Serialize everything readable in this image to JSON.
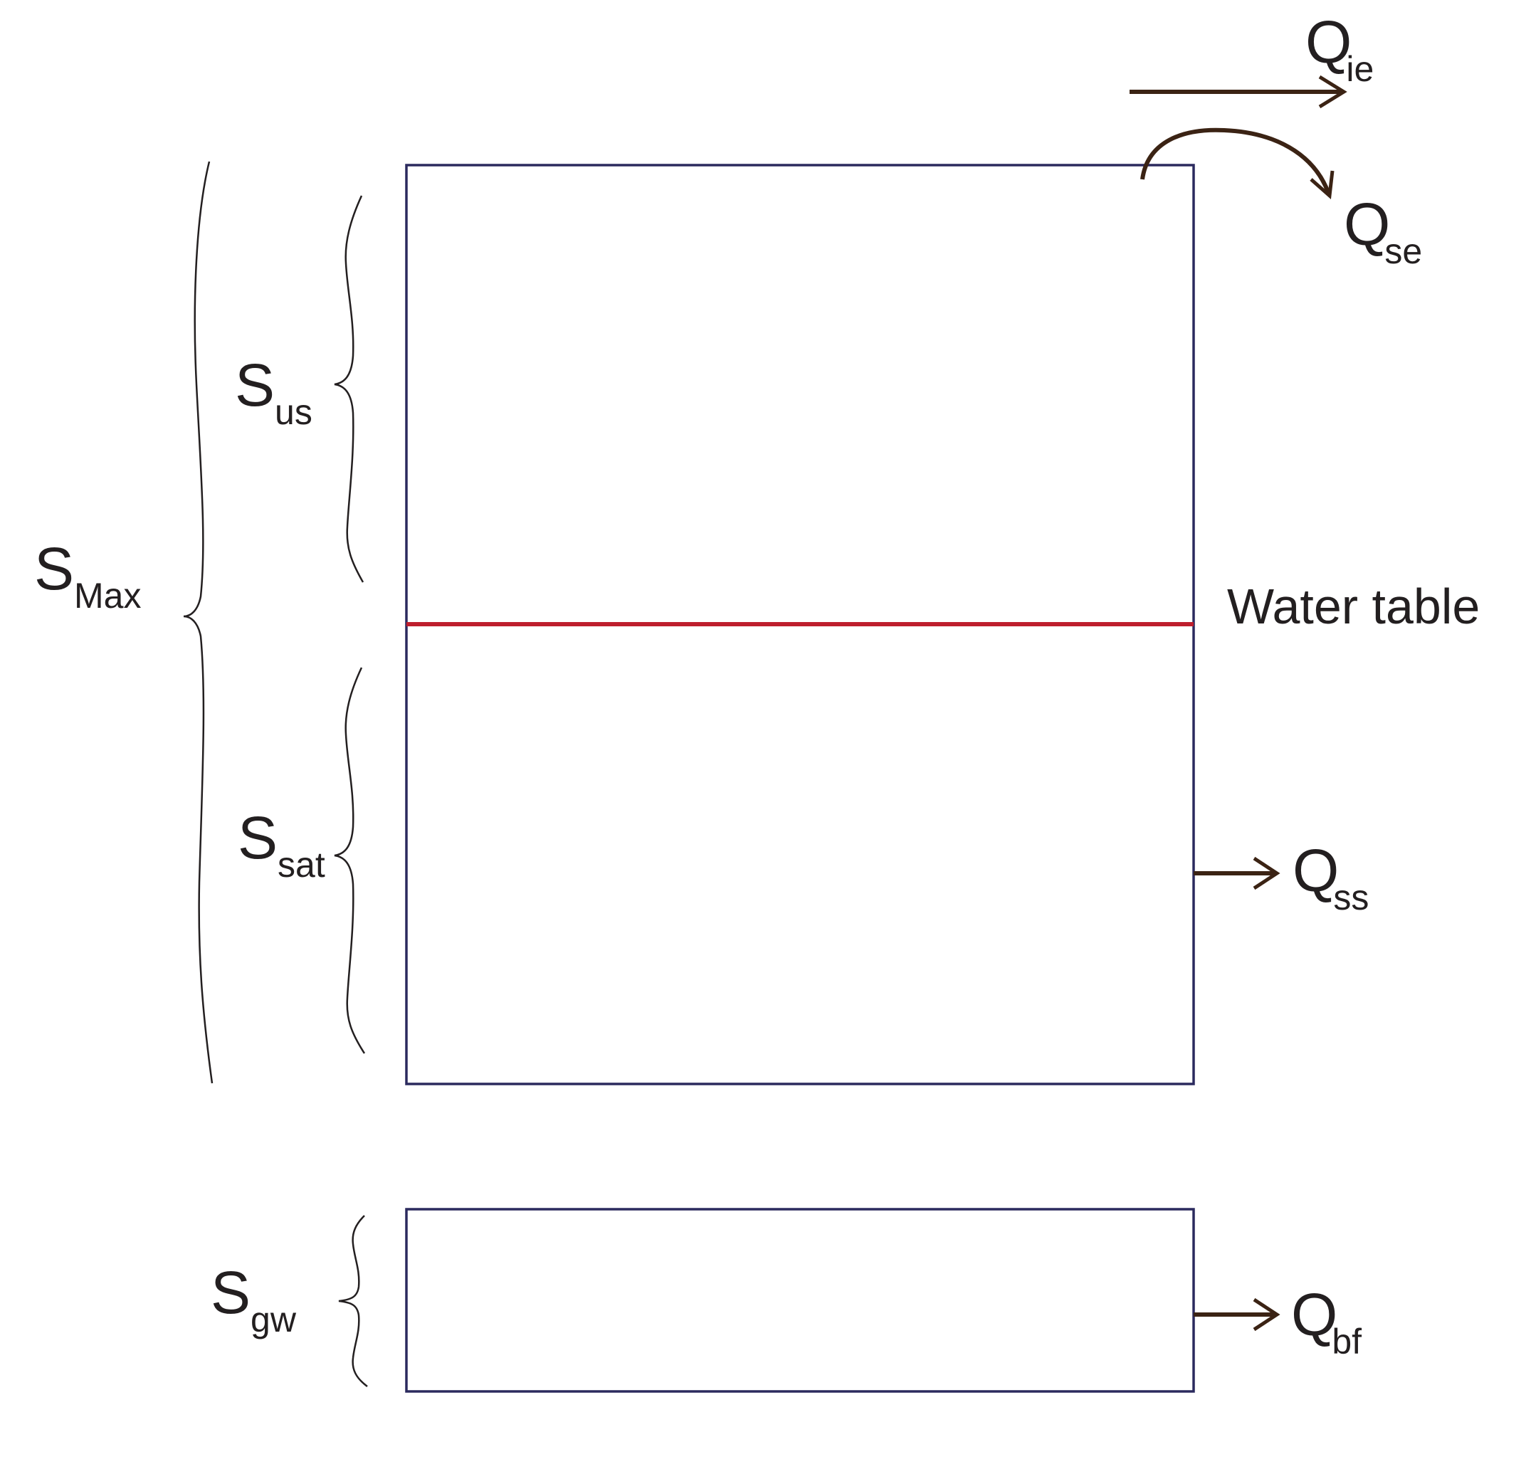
{
  "labels": {
    "s_max": {
      "main": "S",
      "sub": "Max"
    },
    "s_us": {
      "main": "S",
      "sub": "us"
    },
    "s_sat": {
      "main": "S",
      "sub": "sat"
    },
    "s_gw": {
      "main": "S",
      "sub": "gw"
    },
    "q_ie": {
      "main": "Q",
      "sub": "ie"
    },
    "q_se": {
      "main": "Q",
      "sub": "se"
    },
    "q_ss": {
      "main": "Q",
      "sub": "ss"
    },
    "q_bf": {
      "main": "Q",
      "sub": "bf"
    },
    "water_table": "Water table"
  },
  "colors": {
    "box_stroke": "#2b2a5e",
    "water_table_line": "#be1e2d",
    "arrow": "#3b2314",
    "brace": "#231f20",
    "text": "#231f20"
  }
}
